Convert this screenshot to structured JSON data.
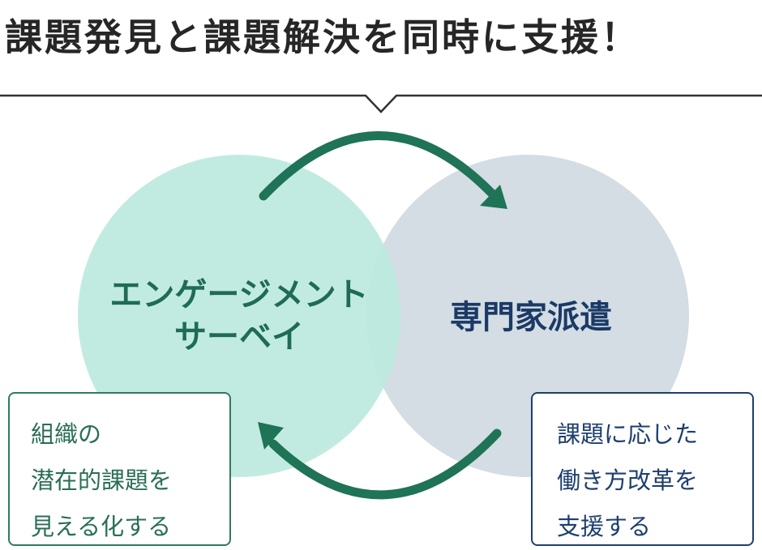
{
  "title": "課題発見と課題解決を同時に支援！",
  "left_circle": {
    "lines": [
      "エンゲージメント",
      "サーベイ"
    ]
  },
  "right_circle": {
    "label": "専門家派遣"
  },
  "left_box": {
    "lines": [
      "組織の",
      "潜在的課題を",
      "見える化する"
    ]
  },
  "right_box": {
    "lines": [
      "課題に応じた",
      "働き方改革を",
      "支援する"
    ]
  },
  "colors": {
    "title_text": "#262626",
    "left_circle_fill": "#bce9df",
    "right_circle_fill": "#d3dde3",
    "arrow": "#1f7356",
    "left_text": "#1f6b55",
    "right_text": "#1b3a66"
  }
}
